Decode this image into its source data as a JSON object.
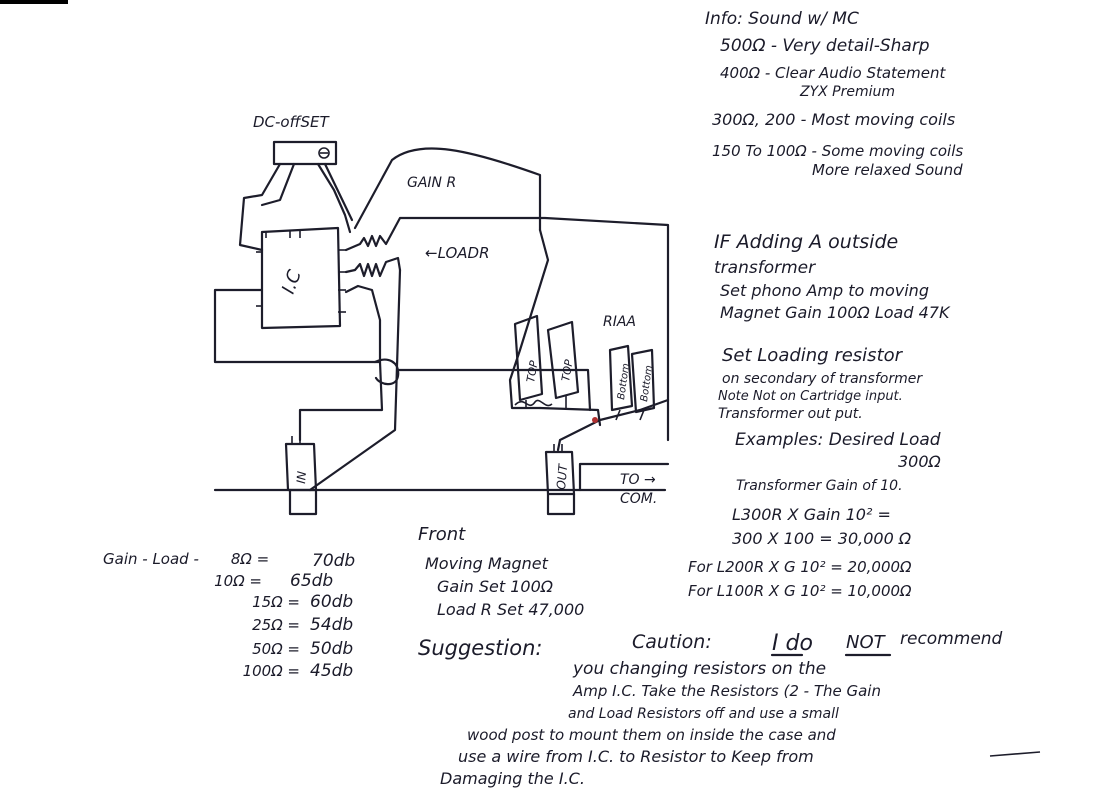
{
  "corner_mark_color": "#000000",
  "ink_color": "#1b1b2a",
  "schematic": {
    "dc_offset_label": "DC-offSET",
    "ic_label": "I.C",
    "gain_r_label": "GAIN R",
    "load_r_label": "←LOADR",
    "riaa_label": "RIAA",
    "cap_labels": [
      "TOP",
      "TOP",
      "Bottom",
      "Bottom"
    ],
    "in_label": "IN",
    "out_label": "OUT",
    "to_com_label_1": "TO →",
    "to_com_label_2": "COM.",
    "front_label": "Front"
  },
  "info_notes": {
    "line1": "Info: Sound w/ MC",
    "line2": "500Ω - Very detail-Sharp",
    "line3": "400Ω - Clear Audio Statement",
    "line4": "ZYX Premium",
    "line5": "300Ω, 200 - Most moving coils",
    "line6": "150 To 100Ω - Some moving coils",
    "line7": "More relaxed Sound"
  },
  "transformer_notes": {
    "line1": "IF Adding A outside",
    "line2": "transformer",
    "line3": "Set phono Amp to moving",
    "line4": "Magnet Gain 100Ω Load 47K",
    "line5": "Set Loading resistor",
    "line6": "on secondary of transformer",
    "line7": "Note Not on Cartridge input.",
    "line8": "Transformer out put.",
    "line9": "Examples: Desired Load",
    "line10": "300Ω",
    "line11": "Transformer Gain of 10.",
    "line12": "L300R X Gain 10² =",
    "line13": "300 X 100 = 30,000 Ω",
    "line14": "For L200R X G 10² = 20,000Ω",
    "line15": "For L100R X G 10² = 10,000Ω"
  },
  "gain_table": {
    "header_label": "Gain - Load -",
    "rows": [
      {
        "load": "8Ω =",
        "gain": "70db"
      },
      {
        "load": "10Ω =",
        "gain": "65db"
      },
      {
        "load": "15Ω =",
        "gain": "60db"
      },
      {
        "load": "25Ω =",
        "gain": "54db"
      },
      {
        "load": "50Ω =",
        "gain": "50db"
      },
      {
        "load": "100Ω =",
        "gain": "45db"
      }
    ]
  },
  "front_notes": {
    "line1": "Moving Magnet",
    "line2": "Gain Set 100Ω",
    "line3": "Load R Set 47,000"
  },
  "suggestion": {
    "prefix": "Suggestion:",
    "caution": "Caution:",
    "i_do": "I do",
    "not": "NOT",
    "recommend": "recommend",
    "line2": "you changing resistors on the",
    "line3": "Amp I.C. Take the Resistors (2 - The Gain",
    "line4": "and Load Resistors off and use a small",
    "line5": "wood post to mount them on inside the case and",
    "line6": "use a wire from I.C. to Resistor to Keep from",
    "line7": "Damaging the I.C."
  }
}
